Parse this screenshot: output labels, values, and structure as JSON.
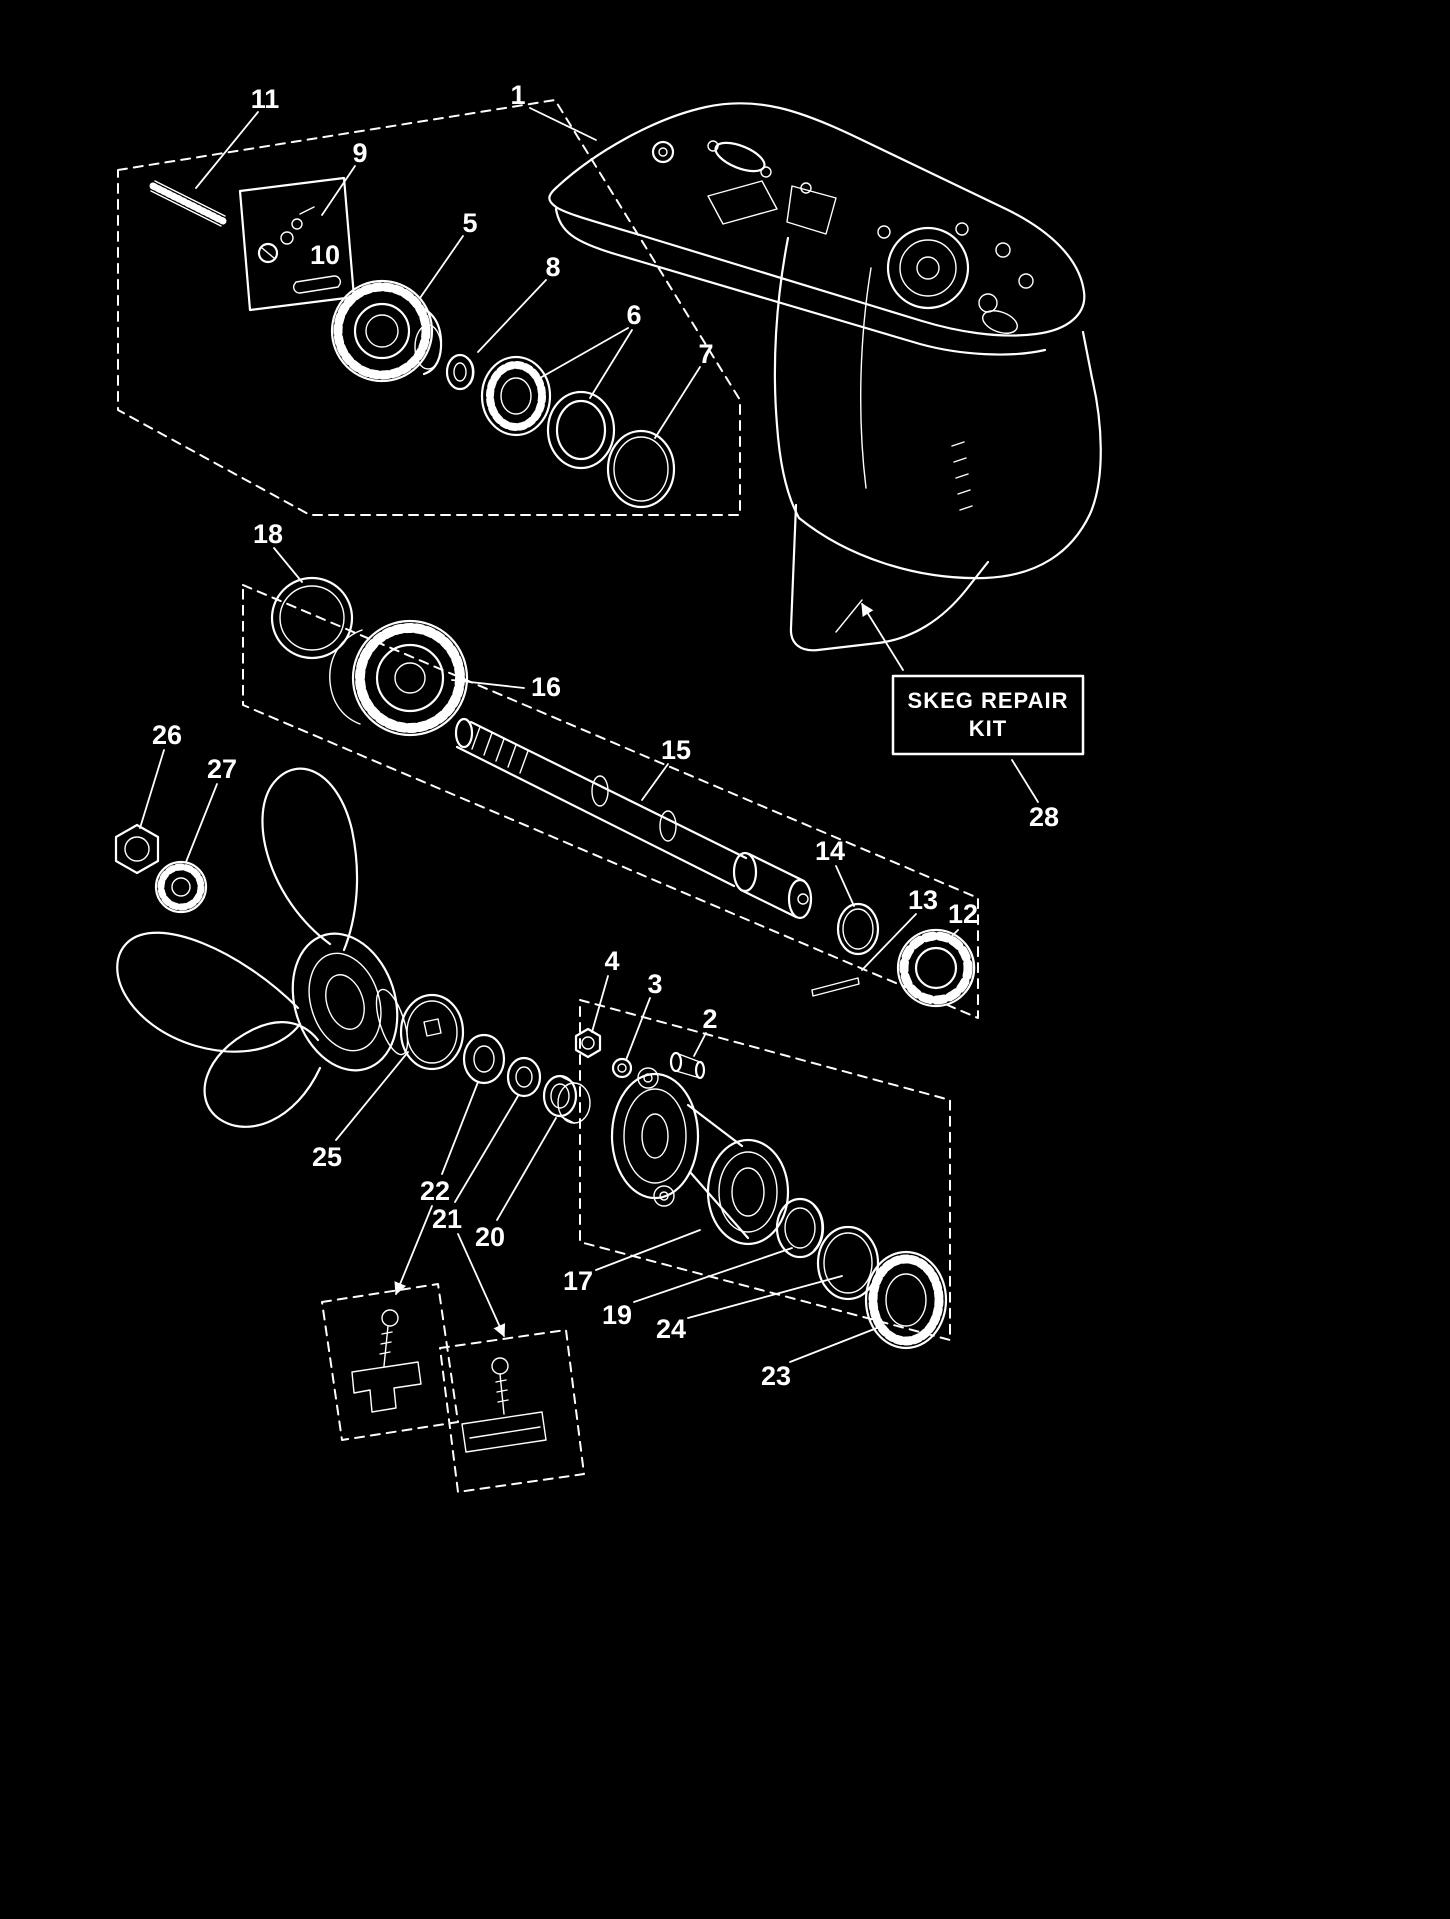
{
  "colors": {
    "background": "#000000",
    "line_art": "#ffffff"
  },
  "part_numbers": [
    "1",
    "2",
    "3",
    "4",
    "5",
    "6",
    "7",
    "8",
    "9",
    "10",
    "11",
    "12",
    "13",
    "14",
    "15",
    "16",
    "17",
    "18",
    "19",
    "20",
    "21",
    "22",
    "23",
    "24",
    "25",
    "26",
    "27",
    "28"
  ],
  "skeg_repair_kit": {
    "line1": "SKEG REPAIR",
    "line2": "KIT"
  }
}
